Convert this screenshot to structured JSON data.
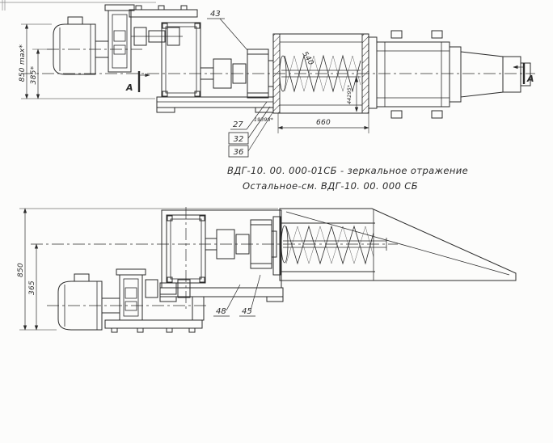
{
  "sheet": {
    "ink_color": "#2b2b2b",
    "paper_color": "#fcfcfb",
    "note_line1": "ВДГ-10. 00. 000-01СБ - зеркальное отражение",
    "note_line2": "Остальное-см.  ВДГ-10. 00. 000 СБ"
  },
  "top_view": {
    "dims": {
      "overall_height": "850 max*",
      "height_385": "385*",
      "length_660": "660",
      "screw_540": "540",
      "dim_44295": "44295*",
      "dim_19398": "19398*"
    },
    "callouts": {
      "item_43": "43",
      "item_27": "27",
      "item_32": "32",
      "item_36": "36"
    },
    "section_label_left": "А",
    "section_label_right": "А"
  },
  "bottom_view": {
    "dims": {
      "overall_height": "850",
      "height_365": "365"
    },
    "callouts": {
      "item_48": "48",
      "item_45": "45"
    }
  }
}
